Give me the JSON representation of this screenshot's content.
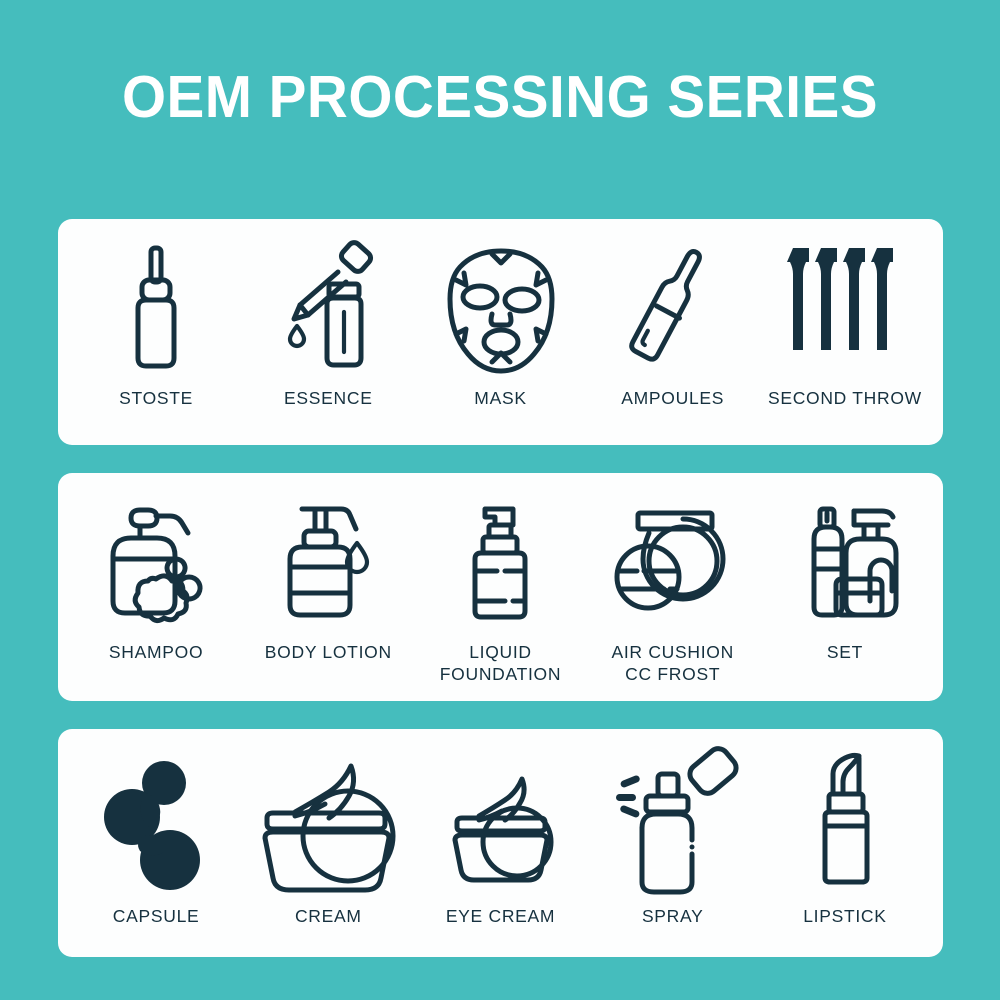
{
  "page": {
    "title": "OEM PROCESSING SERIES",
    "background_color": "#45bdbd",
    "card_color": "#fdfefe",
    "icon_color": "#16313f",
    "title_color": "#ffffff"
  },
  "rows": [
    {
      "id": "row-1",
      "items": [
        {
          "label": "STOSTE",
          "icon": "dropper-bottle-icon"
        },
        {
          "label": "ESSENCE",
          "icon": "dropper-pipette-icon"
        },
        {
          "label": "MASK",
          "icon": "sheet-mask-face-icon"
        },
        {
          "label": "AMPOULES",
          "icon": "ampoule-icon"
        },
        {
          "label": "SECOND THROW",
          "icon": "four-vials-icon"
        }
      ]
    },
    {
      "id": "row-2",
      "items": [
        {
          "label": "SHAMPOO",
          "icon": "shampoo-pump-bottle-icon"
        },
        {
          "label": "BODY LOTION",
          "icon": "lotion-pump-bottle-icon"
        },
        {
          "label": "LIQUID\nFOUNDATION",
          "icon": "foundation-pump-bottle-icon"
        },
        {
          "label": "AIR CUSHION\nCC FROST",
          "icon": "air-cushion-compact-icon"
        },
        {
          "label": "SET",
          "icon": "product-set-icon"
        }
      ]
    },
    {
      "id": "row-3",
      "items": [
        {
          "label": "CAPSULE",
          "icon": "capsule-molecule-icon"
        },
        {
          "label": "CREAM",
          "icon": "cream-jar-icon"
        },
        {
          "label": "EYE CREAM",
          "icon": "eye-cream-jar-icon"
        },
        {
          "label": "SPRAY",
          "icon": "spray-bottle-icon"
        },
        {
          "label": "LIPSTICK",
          "icon": "lipstick-icon"
        }
      ]
    }
  ]
}
